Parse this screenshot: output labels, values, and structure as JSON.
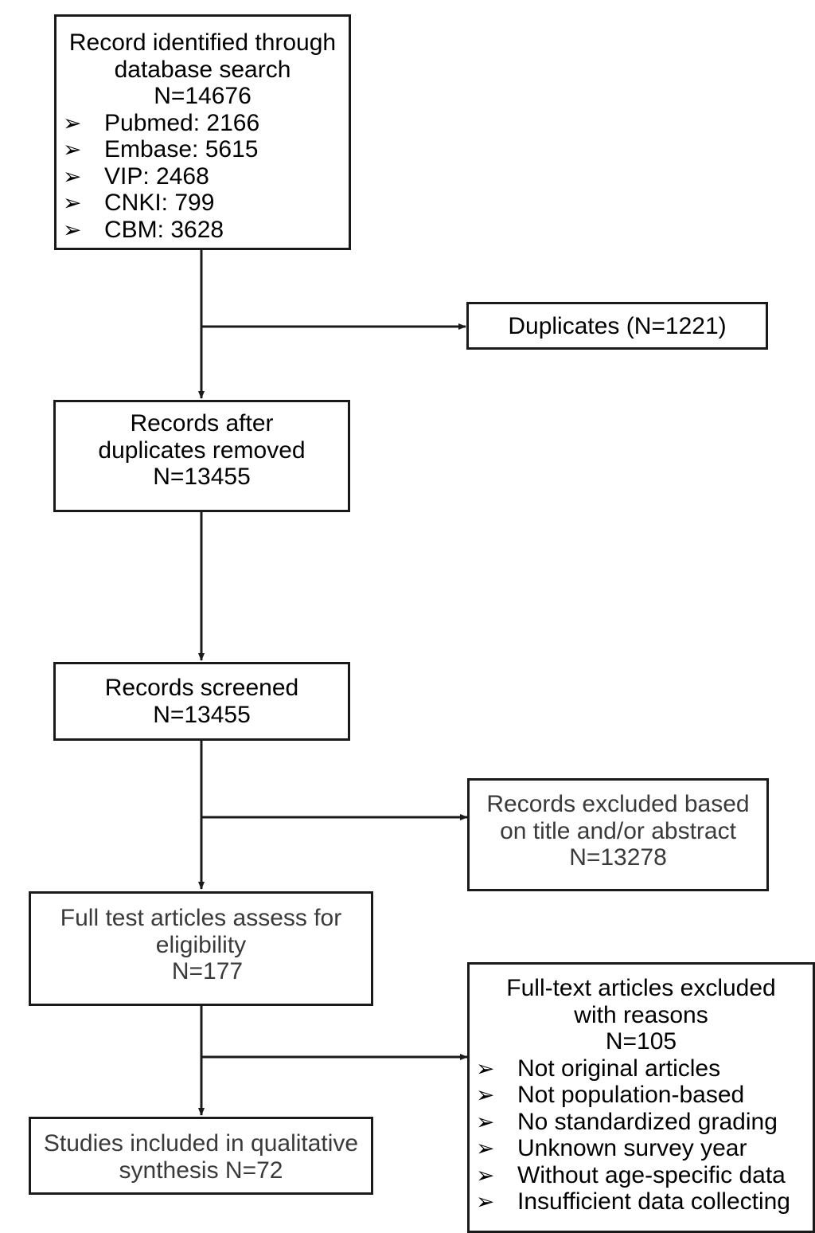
{
  "boxes": {
    "identified": {
      "lines": [
        "Record identified through",
        "database search",
        "N=14676"
      ],
      "items": [
        "Pubmed: 2166",
        "Embase: 5615",
        "VIP: 2468",
        "CNKI: 799",
        "CBM: 3628"
      ]
    },
    "duplicates": {
      "lines": [
        "Duplicates (N=1221)"
      ]
    },
    "after_duplicates": {
      "lines": [
        "Records after",
        "duplicates removed",
        "N=13455"
      ]
    },
    "screened": {
      "lines": [
        "Records screened",
        "N=13455"
      ]
    },
    "excluded_title": {
      "lines": [
        "Records excluded based",
        "on title and/or abstract",
        "N=13278"
      ]
    },
    "full_text_assessed": {
      "lines": [
        "Full test articles assess for",
        "eligibility",
        "N=177"
      ]
    },
    "full_text_excluded": {
      "lines": [
        "Full-text articles excluded",
        "with reasons",
        "N=105"
      ],
      "items": [
        "Not original articles",
        "Not population-based",
        "No standardized grading",
        "Unknown survey year",
        "Without age-specific data",
        "Insufficient data collecting"
      ]
    },
    "included": {
      "lines": [
        "Studies included in qualitative",
        "synthesis N=72"
      ]
    }
  },
  "bullet_glyph": "➢",
  "colors": {
    "line": "#1a1a1a",
    "text": "#000000",
    "muted_text": "#3a3a3a"
  }
}
